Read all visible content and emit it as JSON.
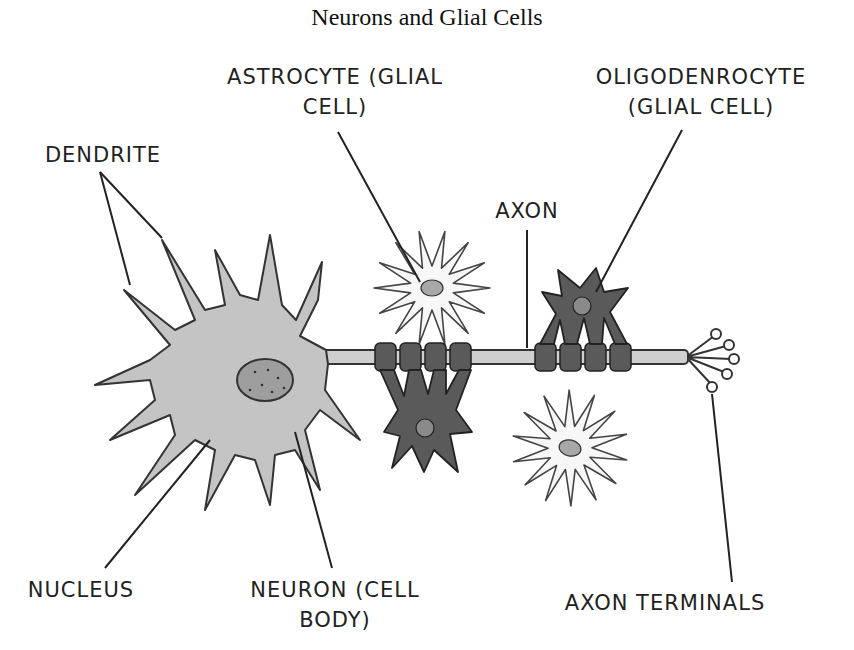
{
  "diagram": {
    "title": "Neurons and Glial Cells",
    "labels": [
      "DENDRITE",
      "ASTROCYTE (GLIAL CELL)",
      "OLIGODENROCYTE (GLIAL CELL)",
      "AXON",
      "NUCLEUS",
      "NEURON (CELL BODY)",
      "AXON TERMINALS"
    ]
  }
}
